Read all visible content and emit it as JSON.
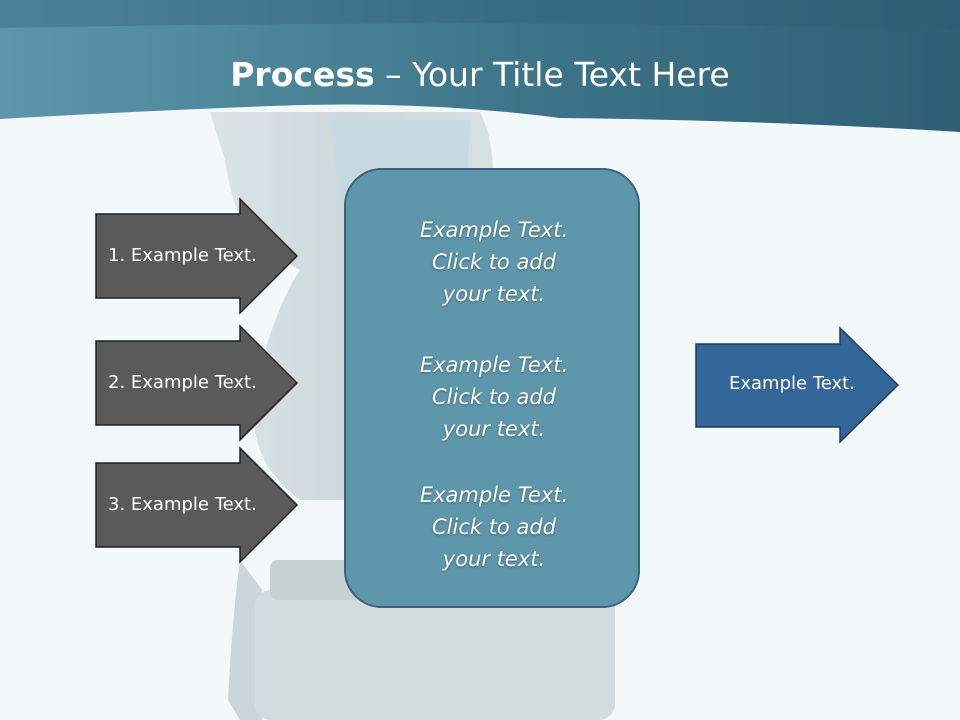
{
  "title": {
    "strong": "Process",
    "rest": " – Your Title Text Here"
  },
  "left_arrows": [
    {
      "label": "1. Example Text."
    },
    {
      "label": "2. Example Text."
    },
    {
      "label": "3. Example Text."
    }
  ],
  "center_box": {
    "blocks": [
      {
        "line1": "Example Text.",
        "line2": "Click  to add",
        "line3": "your text."
      },
      {
        "line1": "Example Text.",
        "line2": "Click  to add",
        "line3": "your text."
      },
      {
        "line1": "Example Text.",
        "line2": "Click  to add",
        "line3": "your text."
      }
    ]
  },
  "right_arrow": {
    "label": "Example Text."
  },
  "colors": {
    "header_dark": "#2f5f74",
    "header_light": "#5e96aa",
    "left_arrow_fill": "#5a5a5a",
    "center_box_fill": "#5e97ab",
    "right_arrow_fill": "#336699"
  }
}
